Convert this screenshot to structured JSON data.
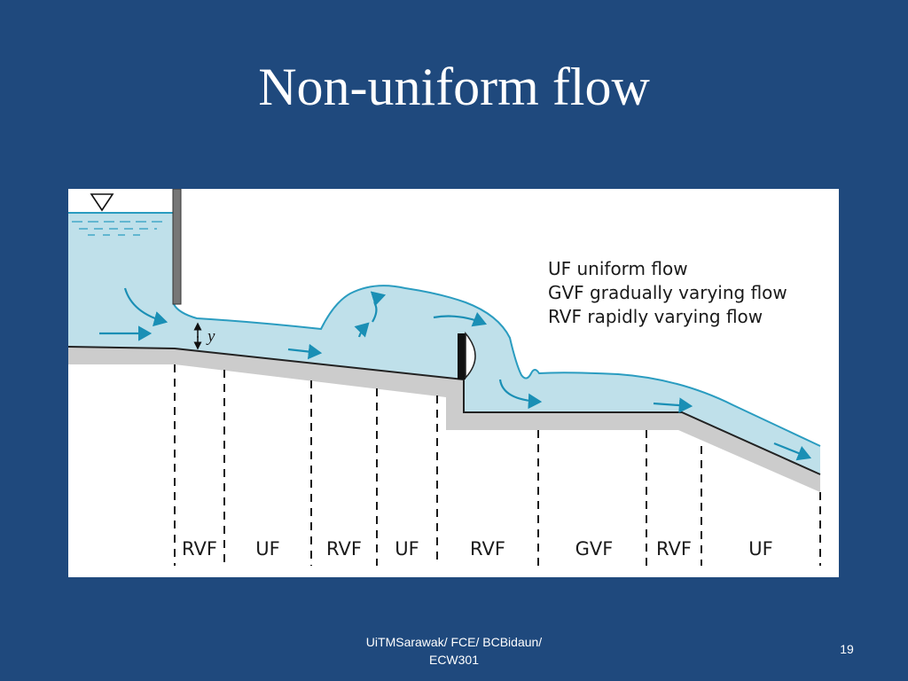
{
  "slide": {
    "title": "Non-uniform flow",
    "footer_line1": "UiTMSarawak/ FCE/ BCBidaun/",
    "footer_line2": "ECW301",
    "page_number": "19"
  },
  "diagram": {
    "legend": [
      "UF uniform flow",
      "GVF gradually varying flow",
      "RVF rapidly varying flow"
    ],
    "depth_symbol": "y",
    "regions": [
      "RVF",
      "UF",
      "RVF",
      "UF",
      "RVF",
      "GVF",
      "RVF",
      "UF"
    ],
    "colors": {
      "water": "#bfe0ea",
      "arrow": "#1a8fb5",
      "surface": "#2a9cc0",
      "channel_bed": "#cccccc",
      "slide_background": "#1f497d"
    }
  }
}
